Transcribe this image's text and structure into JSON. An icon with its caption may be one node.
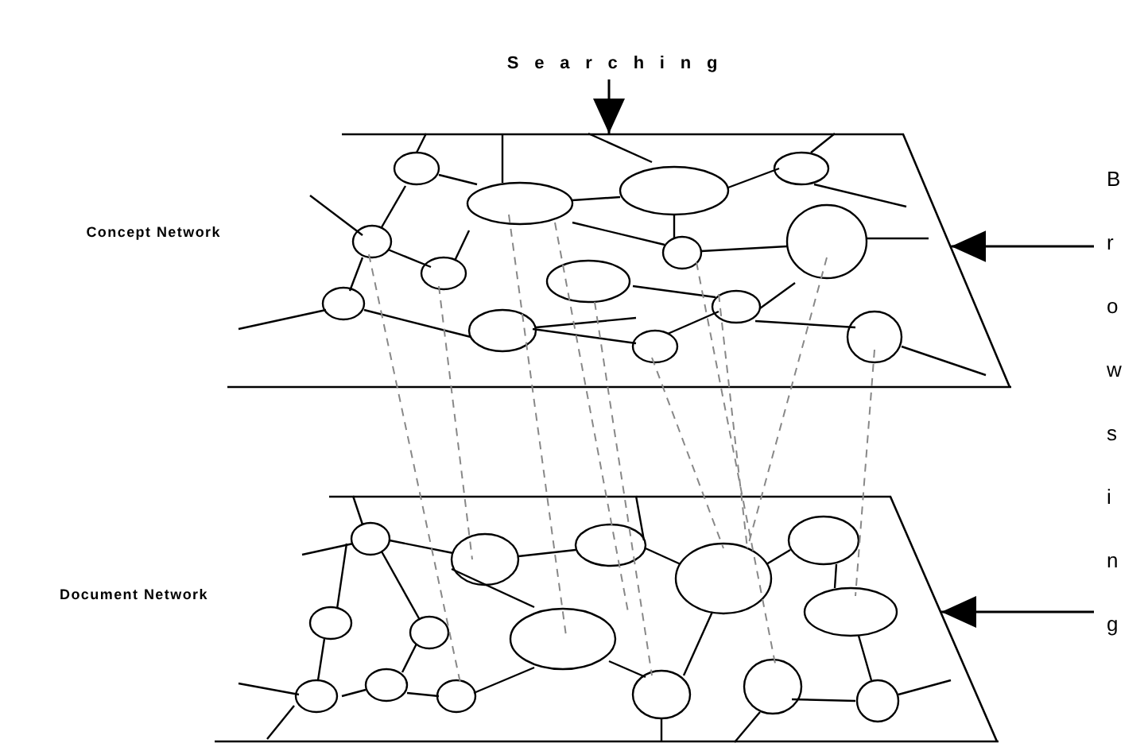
{
  "diagram": {
    "nodes": [
      {
        "text": [
          "Searching"
        ]
      },
      {
        "text": [],
        "shape": "parallelogram",
        "beside": [
          "Concept Network"
        ]
      },
      {
        "text": [],
        "shape": "parallelogram",
        "beside": [
          "Document Network"
        ]
      },
      {
        "text": [
          "Browsing"
        ]
      }
    ],
    "edges": [
      {
        "from": 0,
        "to": 1,
        "arrow": "to",
        "color": "#000000"
      },
      {
        "from": 3,
        "to": 1,
        "arrow": "to",
        "color": "#000000"
      },
      {
        "from": 3,
        "to": 2,
        "arrow": "to",
        "color": "#000000"
      },
      {
        "from": 1,
        "to": 2,
        "arrow": "none",
        "style": "dashed"
      },
      {
        "from": 1,
        "to": 2,
        "arrow": "none",
        "style": "dashed"
      },
      {
        "from": 1,
        "to": 2,
        "arrow": "none",
        "style": "dashed"
      },
      {
        "from": 1,
        "to": 2,
        "arrow": "none",
        "style": "dashed"
      },
      {
        "from": 1,
        "to": 2,
        "arrow": "none",
        "style": "dashed"
      },
      {
        "from": 1,
        "to": 2,
        "arrow": "none",
        "style": "dashed"
      },
      {
        "from": 1,
        "to": 2,
        "arrow": "none",
        "style": "dashed"
      },
      {
        "from": 1,
        "to": 2,
        "arrow": "none",
        "style": "dashed"
      },
      {
        "from": 1,
        "to": 2,
        "arrow": "none",
        "style": "dashed"
      },
      {
        "from": 1,
        "to": 2,
        "arrow": "none",
        "style": "dashed"
      }
    ]
  }
}
